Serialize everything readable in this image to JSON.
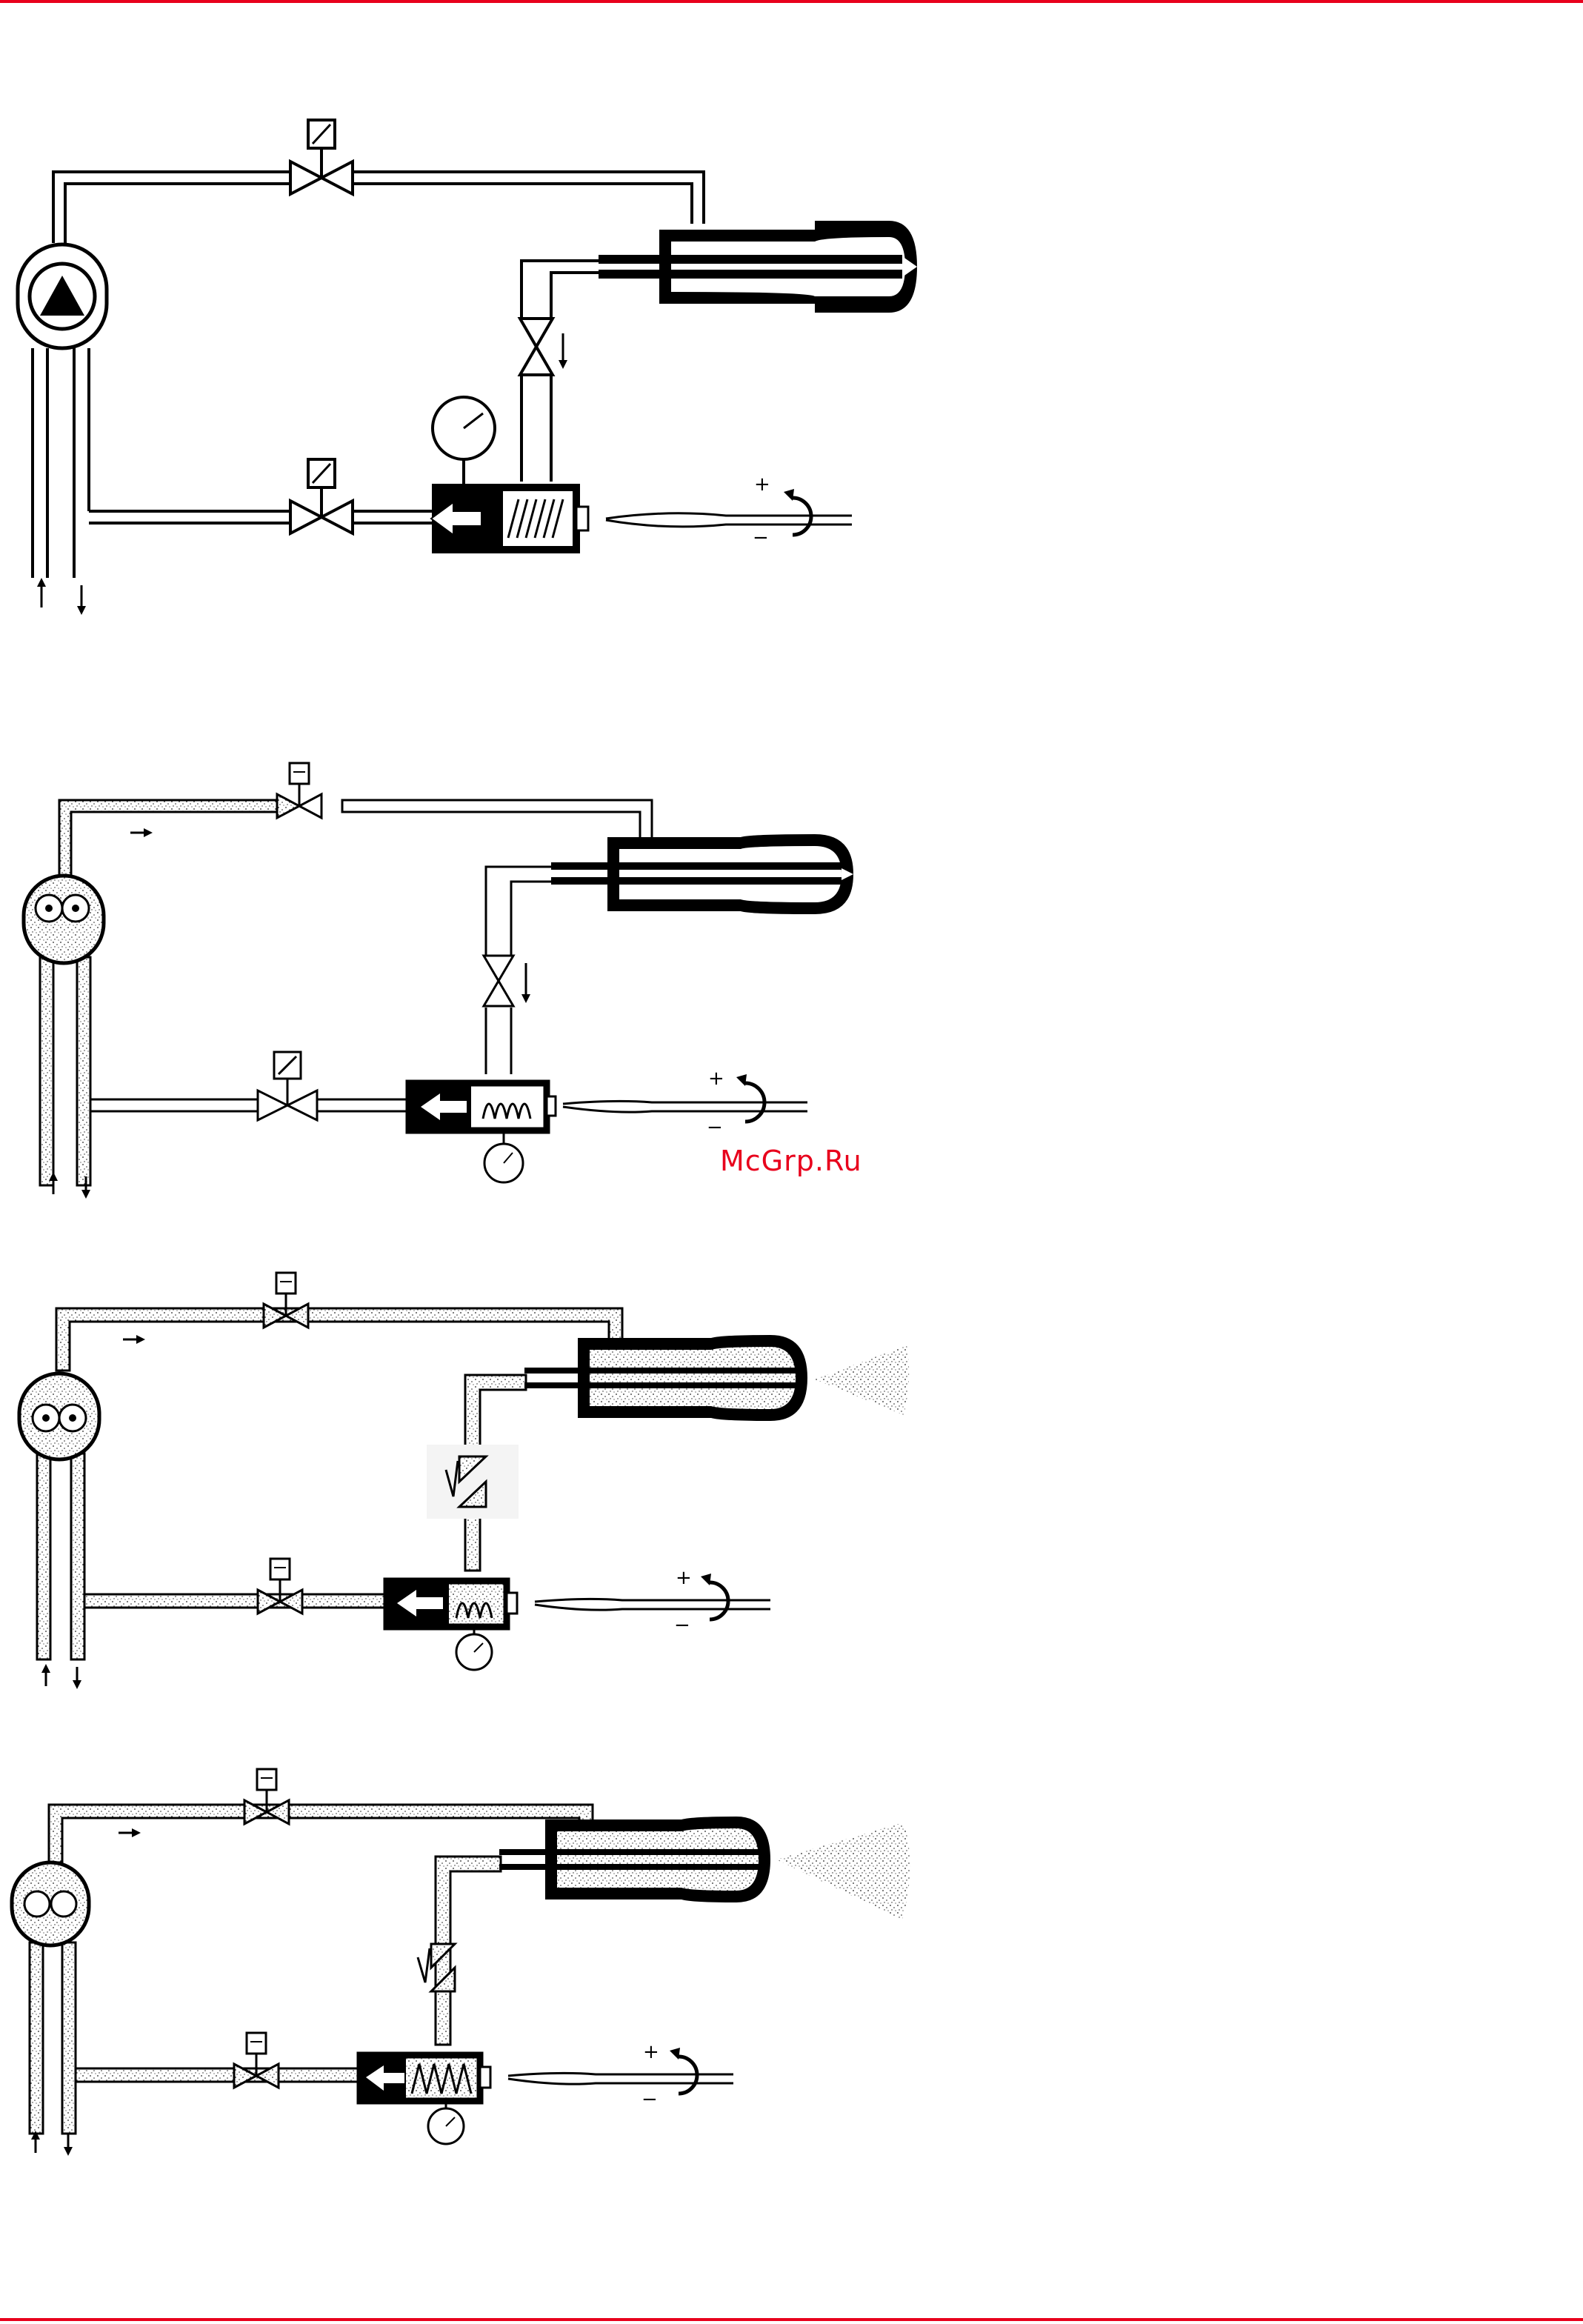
{
  "page": {
    "accent_color": "#e8001c",
    "line_color": "#000000",
    "stipple_color": "#333333"
  },
  "watermark": {
    "text": "McGrp.Ru"
  },
  "panels": [
    {
      "id": "panel-1",
      "filled": false,
      "spray": "none"
    },
    {
      "id": "panel-2",
      "filled": true,
      "spray": "none"
    },
    {
      "id": "panel-3",
      "filled": true,
      "spray": "small"
    },
    {
      "id": "panel-4",
      "filled": true,
      "spray": "large"
    }
  ],
  "symbols": {
    "plus": "+",
    "minus": "−"
  },
  "icons": [
    "pump-icon",
    "solenoid-valve-icon",
    "check-valve-icon",
    "pressure-gauge-icon",
    "nozzle-icon",
    "adjusting-screw-icon",
    "rotation-icon",
    "flow-arrow-icon"
  ]
}
